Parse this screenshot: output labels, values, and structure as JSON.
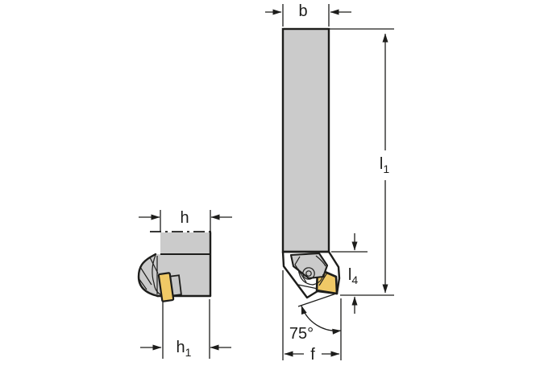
{
  "drawing": {
    "type": "technical-dimension-drawing",
    "views": {
      "side_view": "tool shown from the end face (left figure)",
      "front_view": "tool shown from the front (right figure)"
    }
  },
  "dims": {
    "b": {
      "text": "b"
    },
    "h": {
      "text": "h"
    },
    "h1": {
      "base": "h",
      "sub": "1"
    },
    "l1": {
      "base": "l",
      "sub": "1"
    },
    "l4": {
      "base": "l",
      "sub": "4"
    },
    "f": {
      "text": "f"
    },
    "angle": {
      "text": "75°"
    }
  },
  "colors": {
    "background": "#ffffff",
    "body": "#cbcbcb",
    "insert": "#f0c966",
    "shim": "#c6c6c6",
    "line": "#1d1d1b"
  }
}
